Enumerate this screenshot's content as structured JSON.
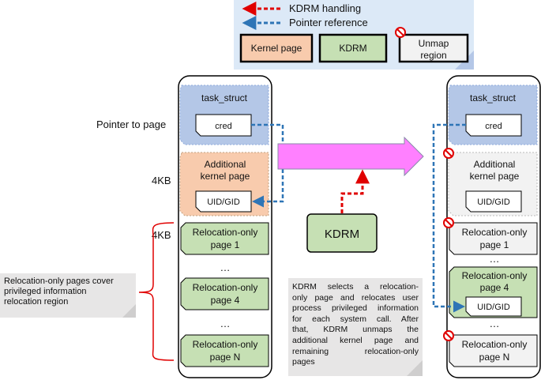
{
  "legend": {
    "kdrm_handling": "KDRM handling",
    "pointer_reference": "Pointer reference",
    "kernel_page": "Kernel page",
    "kdrm": "KDRM",
    "unmap_region_line1": "Unmap",
    "unmap_region_line2": "region",
    "colors": {
      "panel": "#dce9f7",
      "kernel": "#f8cbad",
      "kdrm": "#c6e0b4",
      "unmap": "#f2f2f2",
      "red": "#e00000",
      "blue": "#2e75b6"
    }
  },
  "left_stack": {
    "task_struct": "task_struct",
    "cred": "cred",
    "additional_line1": "Additional",
    "additional_line2": "kernel page",
    "uid_gid": "UID/GID",
    "reloc1_line1": "Relocation-only",
    "reloc1_line2": "page 1",
    "ellipsis1": "…",
    "reloc4_line1": "Relocation-only",
    "reloc4_line2": "page 4",
    "ellipsis2": "…",
    "relocN_line1": "Relocation-only",
    "relocN_line2": "page N"
  },
  "side_labels": {
    "pointer_to_page": "Pointer to page",
    "size_4kb_a": "4KB",
    "size_4kb_b": "4KB"
  },
  "cover_note": [
    "Relocation-only pages cover",
    "privileged information",
    "relocation region"
  ],
  "kdrm_box": "KDRM",
  "description": [
    "KDRM selects a relocation-",
    "only page and relocates user",
    "process privileged information",
    "for each system call. After",
    "that, KDRM unmaps the",
    "additional kernel page and",
    "remaining relocation-only",
    "pages"
  ],
  "right_stack": {
    "task_struct": "task_struct",
    "cred": "cred",
    "additional_line1": "Additional",
    "additional_line2": "kernel page",
    "uid_gid_a": "UID/GID",
    "reloc1_line1": "Relocation-only",
    "reloc1_line2": "page 1",
    "ellipsis1": "…",
    "reloc4_line1": "Relocation-only",
    "reloc4_line2": "page 4",
    "uid_gid_b": "UID/GID",
    "ellipsis2": "…",
    "relocN_line1": "Relocation-only",
    "relocN_line2": "page N"
  }
}
